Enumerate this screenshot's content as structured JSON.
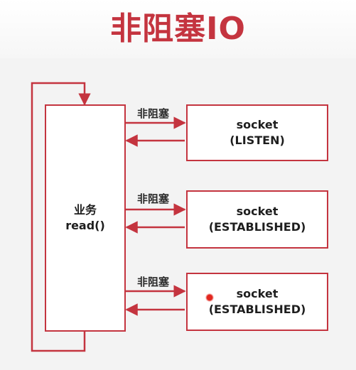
{
  "title": "非阻塞IO",
  "business": {
    "line1": "业务",
    "line2": "read()"
  },
  "edge_label": "非阻塞",
  "sockets": [
    {
      "line1": "socket",
      "line2": "(LISTEN)"
    },
    {
      "line1": "socket",
      "line2": "(ESTABLISHED)"
    },
    {
      "line1": "socket",
      "line2": "(ESTABLISHED)"
    }
  ],
  "colors": {
    "accent": "#c4343f",
    "text": "#1e1e1e",
    "background": "#f3f3f3"
  }
}
